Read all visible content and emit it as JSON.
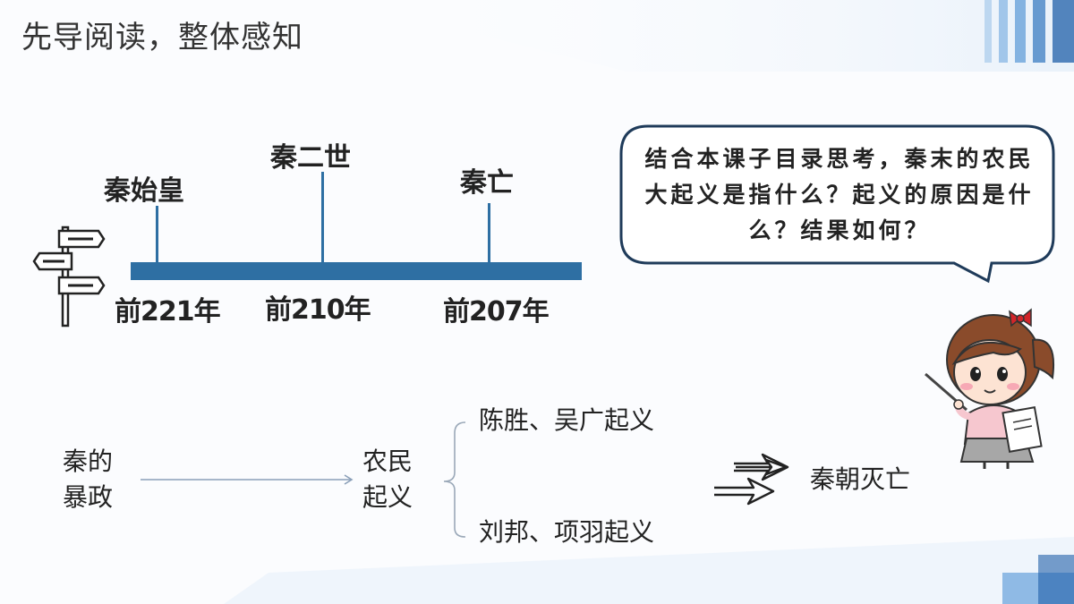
{
  "slide": {
    "title": "先导阅读，整体感知"
  },
  "timeline": {
    "events": [
      {
        "label": "秦始皇",
        "year": "前221年"
      },
      {
        "label": "秦二世",
        "year": "前210年"
      },
      {
        "label": "秦亡",
        "year": "前207年"
      }
    ],
    "bar_color": "#2e6fa3"
  },
  "question_bubble": {
    "text": "结合本课子目录思考，秦末的农民大起义是指什么？起义的原因是什么？结果如何？",
    "border_color": "#1f3b5a"
  },
  "flow": {
    "cause": [
      "秦的",
      "暴政"
    ],
    "event": [
      "农民",
      "起义"
    ],
    "branches": [
      "陈胜、吴广起义",
      "刘邦、项羽起义"
    ],
    "result": "秦朝灭亡"
  },
  "decorations": {
    "signpost_icon": "signpost-icon",
    "teacher_icon": "teacher-cartoon-icon",
    "double_arrow_icon": "double-arrow-icon"
  }
}
